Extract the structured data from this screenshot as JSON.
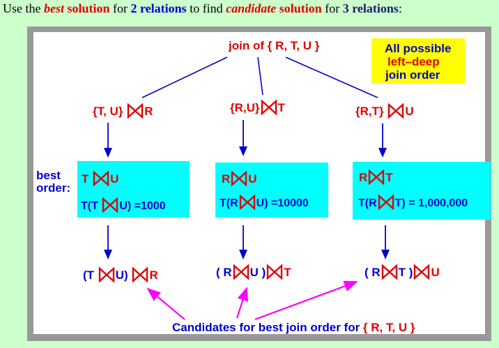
{
  "header": {
    "p1": "Use the ",
    "best": "best",
    "p2": " solution",
    "p3": " for ",
    "two_rel": "2 relations",
    "p4": " to find ",
    "candidate": "candidate",
    "p5": " solution",
    "p6": " for ",
    "three_rel": "3 relations",
    "p7": ":"
  },
  "diagram": {
    "root": "join of { R, T, U }",
    "note": {
      "line1": "All possible",
      "line2": "left–deep",
      "line3": "join order"
    },
    "options": {
      "left": {
        "a": "{T, U}",
        "b": "R"
      },
      "middle": {
        "a": "{R,U}",
        "b": "T"
      },
      "right": {
        "a": "{R,T}",
        "b": "U"
      }
    },
    "best_label": {
      "line1": "best",
      "line2": "order:"
    },
    "boxes": {
      "left": {
        "j1": "T",
        "j2": "U",
        "c1": "T(T",
        "c2": "U) =1000"
      },
      "middle": {
        "j1": "R",
        "j2": "U",
        "c1": "T(R",
        "c2": "U) =10000"
      },
      "right": {
        "j1": "R",
        "j2": "T",
        "c1": "T(R",
        "c2": "T) = 1,000,000"
      }
    },
    "candidates": {
      "left": {
        "open": "(T",
        "mid": "U)",
        "end": "R"
      },
      "middle": {
        "open": "( R",
        "mid": "U )",
        "end": "T"
      },
      "right": {
        "open": "( R",
        "mid": "T )",
        "end": "U"
      }
    },
    "caption": {
      "part1": "Candidates for best join order for ",
      "part2": "{ R, T, U }"
    }
  },
  "colors": {
    "background": "#ccffcc",
    "frame": "#999999",
    "panel": "#ffffff",
    "join_red": "#e00000",
    "text_blue": "#0000cc",
    "box_cyan": "#00ffff",
    "note_yellow": "#ffff00",
    "arrow_magenta": "#ff00ff"
  },
  "icons": {
    "join": "bowtie-join-icon",
    "arrow": "arrow-down-icon"
  }
}
